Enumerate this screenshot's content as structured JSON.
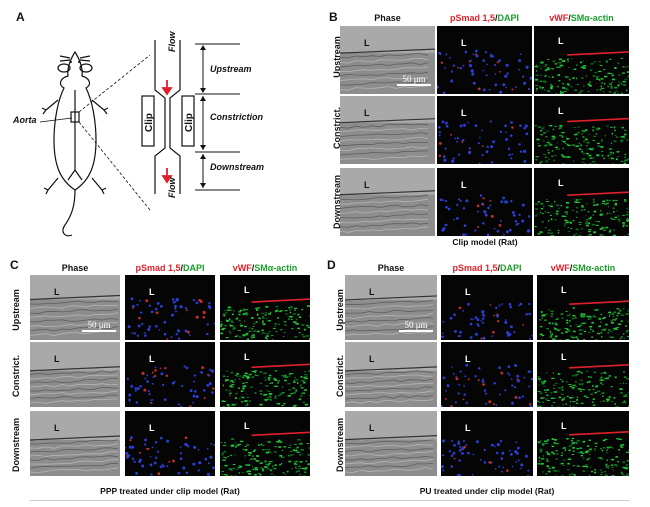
{
  "panels": {
    "A": {
      "letter": "A",
      "aorta_label": "Aorta",
      "flow_label": "Flow",
      "clip_label": "Clip",
      "regions": [
        "Upstream",
        "Constriction",
        "Downstream"
      ]
    },
    "B": {
      "letter": "B",
      "caption": "Clip model (Rat)"
    },
    "C": {
      "letter": "C",
      "caption": "PPP treated under clip model (Rat)"
    },
    "D": {
      "letter": "D",
      "caption": "PU treated under clip model (Rat)"
    }
  },
  "columns": {
    "phase": "Phase",
    "psmad": "pSmad 1,5",
    "dapi": "DAPI",
    "vwf": "vWF",
    "sma": "SMα-actin",
    "slash": "/"
  },
  "rows": [
    "Upstream",
    "Constrict.",
    "Downstream"
  ],
  "lumen_label": "L",
  "scale_bar": "50 μm",
  "colors": {
    "red": "#e0202a",
    "green": "#1a9e2a"
  }
}
